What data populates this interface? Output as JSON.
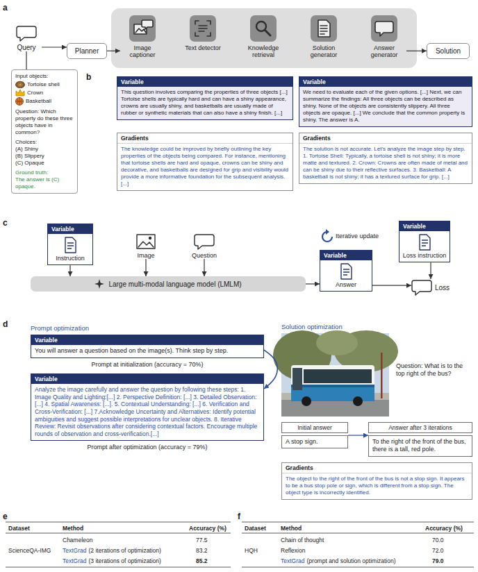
{
  "diagram": {
    "nodes": [
      {
        "text": [
          "Query"
        ]
      },
      {
        "text": [
          "Planner"
        ]
      },
      {
        "text": [
          "Image captioner"
        ]
      },
      {
        "text": [
          "Text detector"
        ]
      },
      {
        "text": [
          "Knowledge retrieval"
        ]
      },
      {
        "text": [
          "Solution generator"
        ]
      },
      {
        "text": [
          "Answer generator"
        ]
      },
      {
        "text": [
          "Solution"
        ]
      },
      {
        "text": [
          "Input objects:",
          "Tortoise shell",
          "Crown",
          "Basketball",
          "Question: Which property do these three objects have in common?",
          "Choices:",
          "(A) Shiny",
          "(B) Slippery",
          "(C) Opaque",
          "Ground truth:",
          "The answer is (C) opaque."
        ]
      },
      {
        "text": [
          "Variable",
          "This question involves comparing the properties of three objects [...] Tortoise shells are typically hard and can have a shiny appearance, crowns are usually shiny, and basketballs are usually made of rubber or synthetic materials that can also have a shiny finish. [...]"
        ]
      },
      {
        "text": [
          "Gradients",
          "The knowledge could be improved by briefly outlining the key properties of the objects being compared. For instance, mentioning that tortoise shells are hard and opaque, crowns can be shiny and decorative, and basketballs are designed for grip and visibility would provide a more informative foundation for the subsequent analysis. [...]"
        ]
      },
      {
        "text": [
          "Variable",
          "We need to evaluate each of the given options. [...] Next, we can summarize the findings: All three objects can be described as shiny. None of the objects are consistently slippery. All three objects are opaque. [...] We conclude that the common property is shiny. The answer is A."
        ]
      },
      {
        "text": [
          "Gradients",
          "The solution is not accurate. Let's analyze the image step by step. 1. Tortoise Shell: Typically, a tortoise shell is not shiny; it is more matte and textured. 2. Crown: Crowns are often made of metal and can be shiny due to their reflective surfaces. 3. Basketball: A basketball is not shiny; it has a textured surface for grip. [...]"
        ]
      },
      {
        "text": [
          "Variable",
          "Instruction"
        ]
      },
      {
        "text": [
          "Image"
        ]
      },
      {
        "text": [
          "Question"
        ]
      },
      {
        "text": [
          "Variable",
          "Loss instruction"
        ]
      },
      {
        "text": [
          "Large multi-modal language model (LMLM)"
        ]
      },
      {
        "text": [
          "Variable",
          "Answer"
        ]
      },
      {
        "text": [
          "Loss"
        ]
      },
      {
        "text": [
          "Variable",
          "You will answer a question based on the image(s). Think step by step."
        ]
      },
      {
        "text": [
          "Variable",
          "Analyze the image carefully and answer the question by following these steps: 1. Image Quality and Lighting:[...] 2. Perspective Definition: [...] 3. Detailed Observation: [...] 4. Spatial Awareness: [...]. 5. Contextual Understanding: [...] 6. Verification and Cross-Verification: [...] 7.Acknowledge Uncertainty and Alternatives: Identify potential ambiguities and suggest possible interpretations for unclear objects. 8. Iterative Review: Revisit observations after considering contextual factors. Encourage multiple rounds of observation and cross-verification.[...]"
        ]
      },
      {
        "text": [
          "Initial answer",
          "A stop sign."
        ]
      },
      {
        "text": [
          "Answer after 3 iterations",
          "To the right of the front of the bus, there is a tall, red pole."
        ]
      },
      {
        "text": [
          "Gradients",
          "The object to the right of the front of the bus is not a stop sign. It appears to be a bus stop pole or sign, which is different from a stop sign. The object type is incorrectly identified."
        ]
      }
    ],
    "edges": [
      {
        "from": 0,
        "to": 1,
        "arrow": "to"
      },
      {
        "from": 1,
        "to": 2,
        "arrow": "to"
      },
      {
        "from": 6,
        "to": 7,
        "arrow": "to"
      },
      {
        "from": 0,
        "to": 8,
        "arrow": "none"
      },
      {
        "from": 13,
        "to": 17,
        "arrow": "to"
      },
      {
        "from": 14,
        "to": 17,
        "arrow": "to"
      },
      {
        "from": 15,
        "to": 17,
        "arrow": "to"
      },
      {
        "from": 17,
        "to": 18,
        "arrow": "to"
      },
      {
        "from": 18,
        "to": 19,
        "arrow": "to"
      },
      {
        "from": 16,
        "to": 19,
        "arrow": "to"
      },
      {
        "from": 20,
        "to": 21,
        "arrow": "to"
      },
      {
        "from": 22,
        "to": 23,
        "arrow": "to"
      }
    ],
    "labels": [
      "a",
      "b",
      "c",
      "Iterative update",
      "d",
      "Prompt optimization",
      "Prompt at initialization (accuracy = 70%)",
      "Prompt after optimization (accuracy = 79%)",
      "Solution optimization",
      "Question: What is to the top right of the bus?",
      "e",
      "Dataset",
      "Method",
      "Accuracy (%)",
      "ScienceQA-IMG",
      "Chameleon",
      "77.5",
      "TextGrad",
      "(2 iterations of optimization)",
      "83.2",
      "TextGrad",
      "(3 iterations of optimization)",
      "85.2",
      "f",
      "Dataset",
      "Method",
      "Accuracy (%)",
      "HQH",
      "Chain of thought",
      "70.0",
      "Reflexion",
      "72.0",
      "TextGrad",
      "(prompt and solution optimization)",
      "79.0"
    ]
  }
}
